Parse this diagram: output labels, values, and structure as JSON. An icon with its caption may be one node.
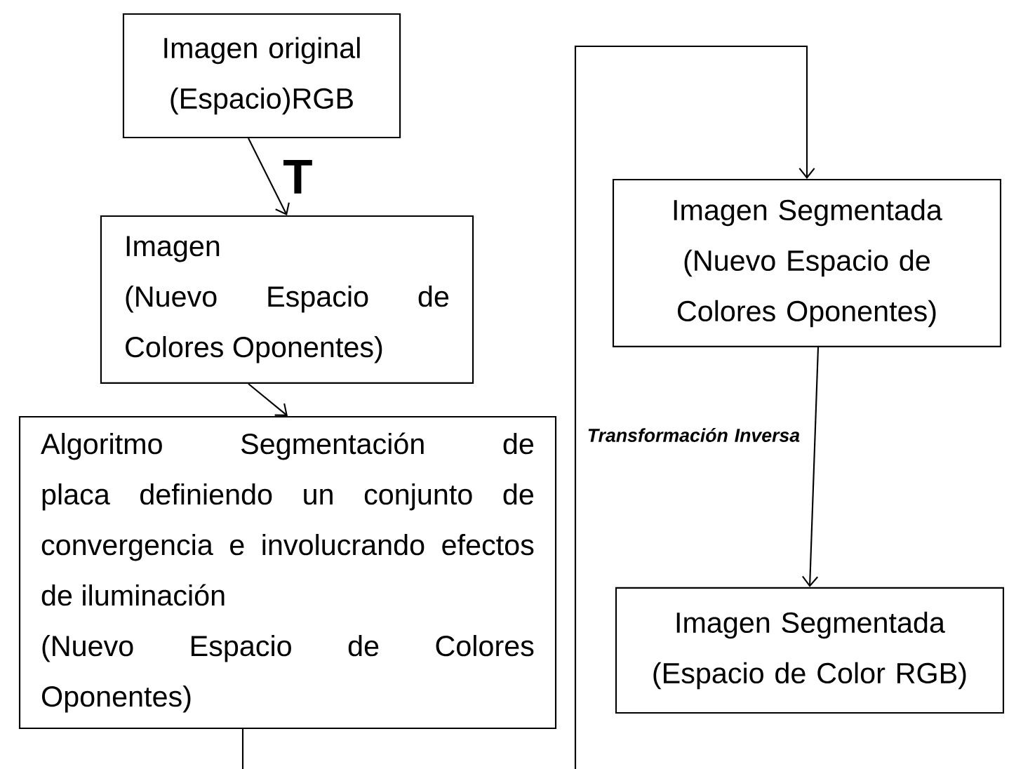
{
  "diagram": {
    "nodes": [
      {
        "text": [
          "Imagen original",
          "(Espacio)RGB"
        ]
      },
      {
        "text": [
          "Imagen",
          "(Nuevo Espacio de Colores Oponentes)"
        ]
      },
      {
        "text": [
          "Algoritmo Segmentación de placa definiendo un conjunto de convergencia e involucrando efectos de iluminación",
          "(Nuevo Espacio de Colores Oponentes)"
        ]
      },
      {
        "text": [
          "Imagen Segmentada",
          "(Nuevo Espacio de Colores Oponentes)"
        ]
      },
      {
        "text": [
          "Imagen Segmentada",
          "(Espacio de Color RGB)"
        ]
      }
    ],
    "edges": [
      {
        "from": 0,
        "to": 1,
        "arrow": "to",
        "label": "T"
      },
      {
        "from": 1,
        "to": 2,
        "arrow": "to"
      },
      {
        "from": 2,
        "to": 3,
        "arrow": "to"
      },
      {
        "from": 3,
        "to": 4,
        "arrow": "to",
        "label": "Transformación Inversa"
      }
    ]
  }
}
